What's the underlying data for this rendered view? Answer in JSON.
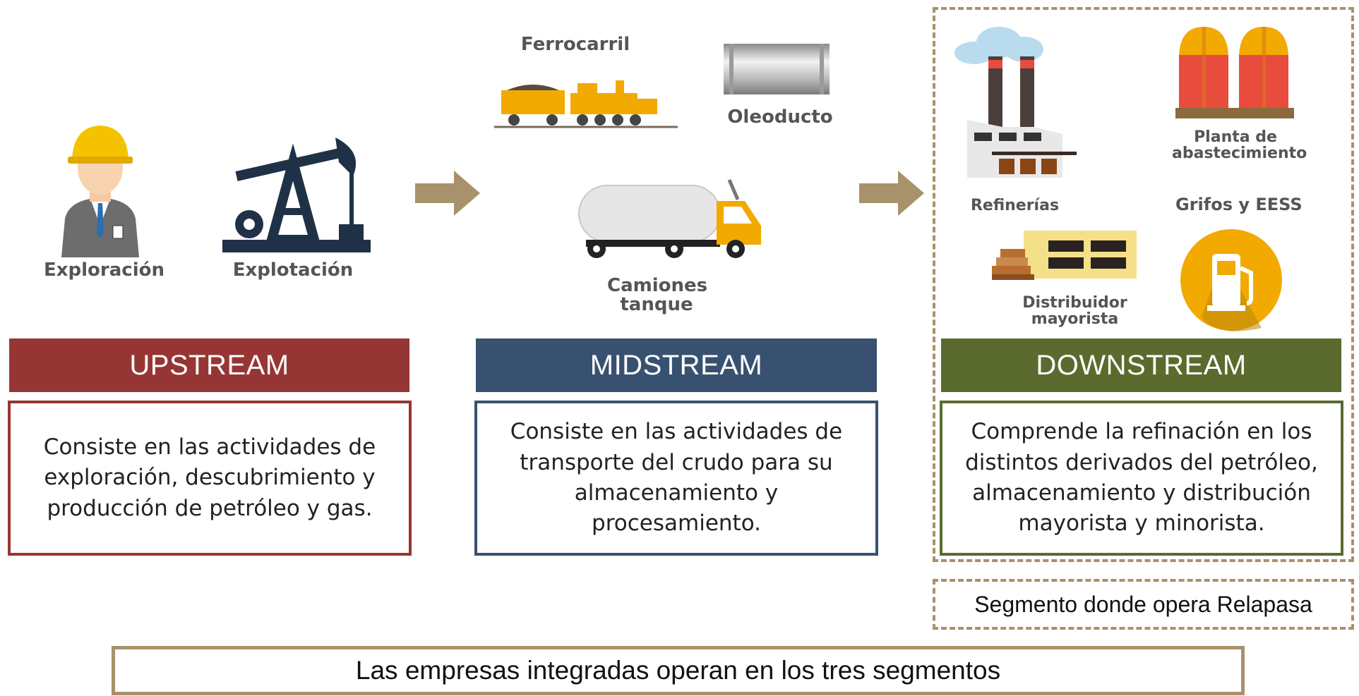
{
  "upstream": {
    "header": "UPSTREAM",
    "description": "Consiste en las actividades de exploración, descubrimiento y producción de petróleo y gas.",
    "icons": {
      "exploration_label": "Exploración",
      "exploitation_label": "Explotación"
    },
    "color": "#963634"
  },
  "midstream": {
    "header": "MIDSTREAM",
    "description": "Consiste en las actividades de transporte del crudo para su almacenamiento y procesamiento.",
    "icons": {
      "railway_label": "Ferrocarril",
      "pipeline_label": "Oleoducto",
      "tanker_label": "Camiones tanque"
    },
    "color": "#385170"
  },
  "downstream": {
    "header": "DOWNSTREAM",
    "description": "Comprende la refinación en los distintos derivados del petróleo, almacenamiento y distribución mayorista y minorista.",
    "icons": {
      "refinery_label": "Refinerías",
      "storage_label": "Planta de abastecimiento",
      "wholesale_label": "Distribuidor mayorista",
      "gas_station_label": "Grifos y EESS"
    },
    "color": "#5a6b2d"
  },
  "relapasa_note": "Segmento donde opera Relapasa",
  "integrated_note": "Las empresas integradas operan en los tres segmentos",
  "accent_color": "#a8926b"
}
